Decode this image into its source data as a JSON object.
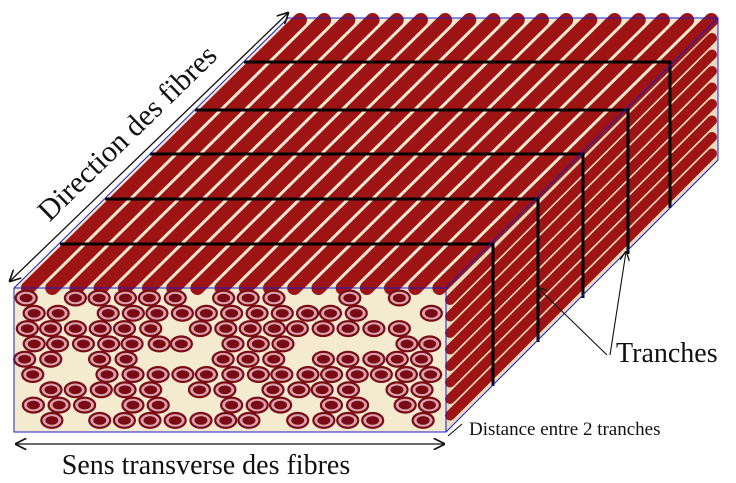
{
  "labels": {
    "fiber_direction": "Direction des fibres",
    "transverse_direction": "Sens transverse des fibres",
    "slices": "Tranches",
    "slice_spacing": "Distance entre 2 tranches"
  },
  "colors": {
    "matrix": "#f4ead0",
    "matrix_side": "#e9dcbc",
    "fiber": "#9e1414",
    "fiber_core": "#7a0a14",
    "fiber_ring": "#d9a3ad",
    "outline": "#1c1cc8",
    "slice_line": "#000000"
  },
  "counts": {
    "top_fibers": 18,
    "side_fibers": 8,
    "slices": 5,
    "cross_section_rows": 9
  }
}
